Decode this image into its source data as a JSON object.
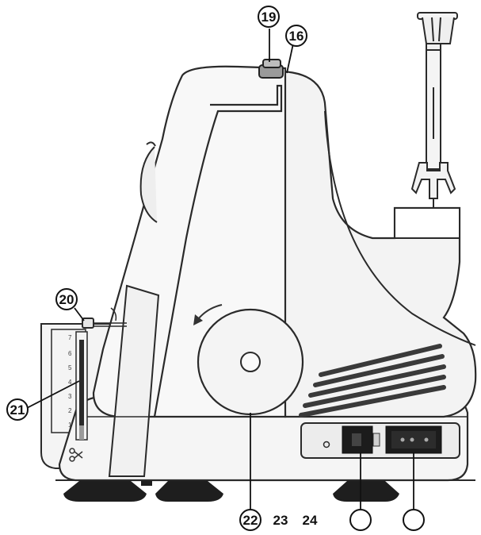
{
  "figure": {
    "callouts": {
      "c19": "19",
      "c16": "16",
      "c20": "20",
      "c21": "21",
      "c22": "22"
    },
    "bottom_labels": {
      "l23": "23",
      "l24": "24"
    },
    "scale_marks": [
      "7",
      "6",
      "5",
      "4",
      "3",
      "2",
      "1"
    ],
    "colors": {
      "outline": "#2a2a2a",
      "body": "#f6f6f6",
      "shade": "#e6e6e6",
      "dark": "#1c1c1c"
    }
  }
}
